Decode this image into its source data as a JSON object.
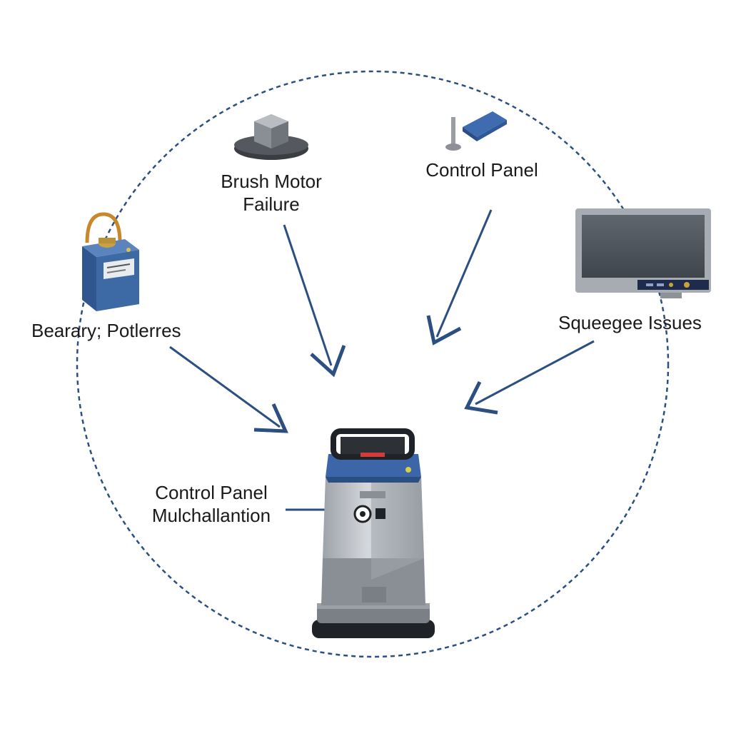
{
  "labels": {
    "brush_motor": [
      "Brush Motor",
      "Failure"
    ],
    "control_panel_top": "Control Panel",
    "battery": "Bearary; Potlerres",
    "squeegee": "Squeegee Issues",
    "control_panel_malfunction": [
      "Control Panel",
      "Mulchallantion"
    ]
  },
  "icons": {
    "brush_motor": "brush-motor-icon",
    "control_panel": "control-panel-icon",
    "battery": "battery-icon",
    "squeegee_display": "monitor-icon",
    "machine": "floor-scrubber-machine"
  },
  "colors": {
    "arrow": "#2b4f80",
    "circle": "#2b4f80",
    "machine_blue": "#3d66a8",
    "machine_gray": "#b8bcc2",
    "battery_blue": "#3d6aa5"
  }
}
